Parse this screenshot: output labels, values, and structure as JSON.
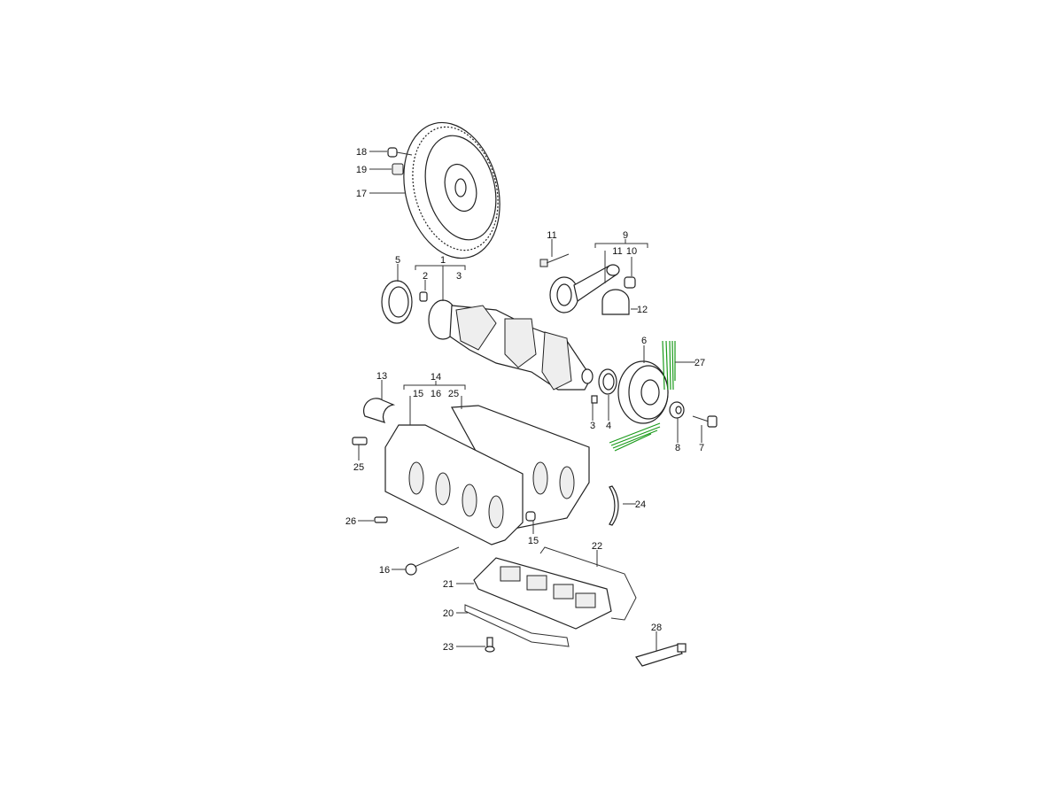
{
  "callouts": {
    "c18": "18",
    "c19": "19",
    "c17": "17",
    "c11a": "11",
    "c9": "9",
    "c11b": "11",
    "c10": "10",
    "c5": "5",
    "c1": "1",
    "c2": "2",
    "c3a": "3",
    "c12": "12",
    "c6": "6",
    "c27": "27",
    "c13": "13",
    "c14": "14",
    "c15a": "15",
    "c16a": "16",
    "c25a": "25",
    "c3b": "3",
    "c4": "4",
    "c8": "8",
    "c7": "7",
    "c25b": "25",
    "c24": "24",
    "c26": "26",
    "c15b": "15",
    "c22": "22",
    "c16b": "16",
    "c21": "21",
    "c20": "20",
    "c23": "23",
    "c28": "28"
  },
  "colors": {
    "line": "#222222",
    "highlight": "#1a9a1a"
  }
}
